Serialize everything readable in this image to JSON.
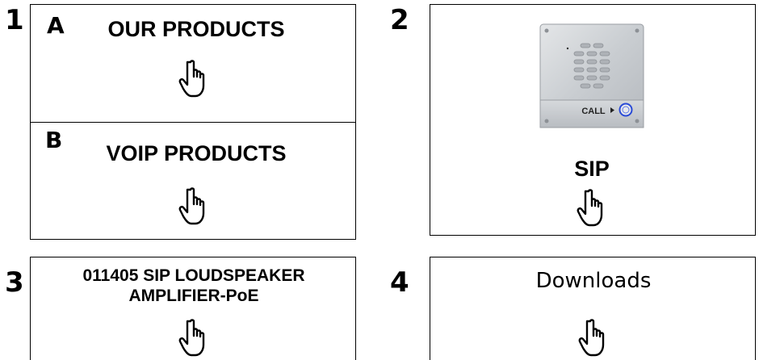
{
  "steps": [
    {
      "number": "1",
      "parts": [
        {
          "letter": "A",
          "label": "OUR PRODUCTS"
        },
        {
          "letter": "B",
          "label": "VOIP PRODUCTS"
        }
      ]
    },
    {
      "number": "2",
      "label": "SIP",
      "device_text": "CALL"
    },
    {
      "number": "3",
      "label_line1": "011405 SIP LOUDSPEAKER",
      "label_line2": "AMPLIFIER-PoE"
    },
    {
      "number": "4",
      "label": "Downloads"
    }
  ],
  "icons": {
    "pointer": "hand-pointer-icon",
    "device": "sip-intercom-icon"
  }
}
